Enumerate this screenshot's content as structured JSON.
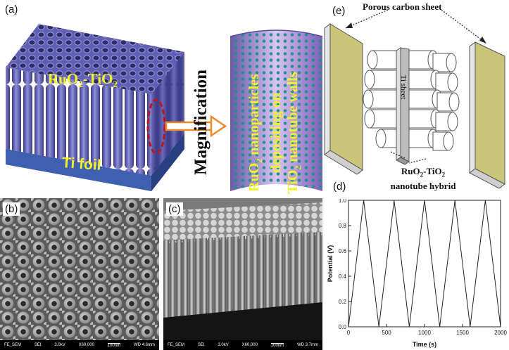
{
  "panel_a": {
    "label": "(a)",
    "array_label_main": "RuO",
    "array_sub1": "2",
    "array_mid": "-TiO",
    "array_sub2": "2",
    "foil_label": "Ti foil",
    "magnification": "Magnification",
    "tube_text_line1_main": "RuO",
    "tube_text_line1_sub": "2",
    "tube_text_line1_rest": " nanoparticles",
    "tube_text_line2": "depositing on",
    "tube_text_line3_main": "TiO",
    "tube_text_line3_sub": "2",
    "tube_text_line3_rest": " nanotube walls",
    "colors": {
      "tube": "#6f6fc4",
      "foil": "#3b5aa8",
      "text_yellow": "#f2f22a",
      "arrow": "#ef8a2a",
      "dash_circle": "#c0141b",
      "particles": "#1f8f8c"
    }
  },
  "panel_e": {
    "label": "(e)",
    "top_label": "Porous carbon sheet",
    "center_label": "Ti sheet",
    "bottom_label_main": "RuO",
    "bottom_label_sub1": "2",
    "bottom_label_mid": "-TiO",
    "bottom_label_sub2": "2",
    "bottom_label_line2": "nanotube hybrid",
    "colors": {
      "carbon": "#c9c67a"
    }
  },
  "panel_b": {
    "label": "(b)",
    "bar_items": [
      "FE_SEM",
      "SEI",
      "3.0kV",
      "X60,000",
      "100nm",
      "WD 4.6mm"
    ]
  },
  "panel_c": {
    "label": "(c)",
    "bar_items": [
      "FE_SEM",
      "SEI",
      "3.0kV",
      "X60,000",
      "100nm",
      "WD 3.7mm"
    ]
  },
  "panel_d": {
    "label": "(d)",
    "chart_data": {
      "type": "line",
      "xlabel": "Time (s)",
      "ylabel": "Potential (V)",
      "xlim": [
        0,
        2000
      ],
      "ylim": [
        0,
        1.0
      ],
      "x_ticks": [
        "0",
        "500",
        "1000",
        "1500",
        "2000"
      ],
      "y_ticks": [
        "0.0",
        "0.2",
        "0.4",
        "0.6",
        "0.8",
        "1.0"
      ],
      "series": [
        {
          "x": [
            0,
            200,
            400,
            600,
            800,
            1000,
            1200,
            1400,
            1600,
            1800,
            2000
          ],
          "y": [
            0.0,
            1.0,
            0.0,
            1.0,
            0.0,
            1.0,
            0.0,
            1.0,
            0.0,
            1.0,
            0.0
          ]
        }
      ],
      "grid": false
    }
  }
}
